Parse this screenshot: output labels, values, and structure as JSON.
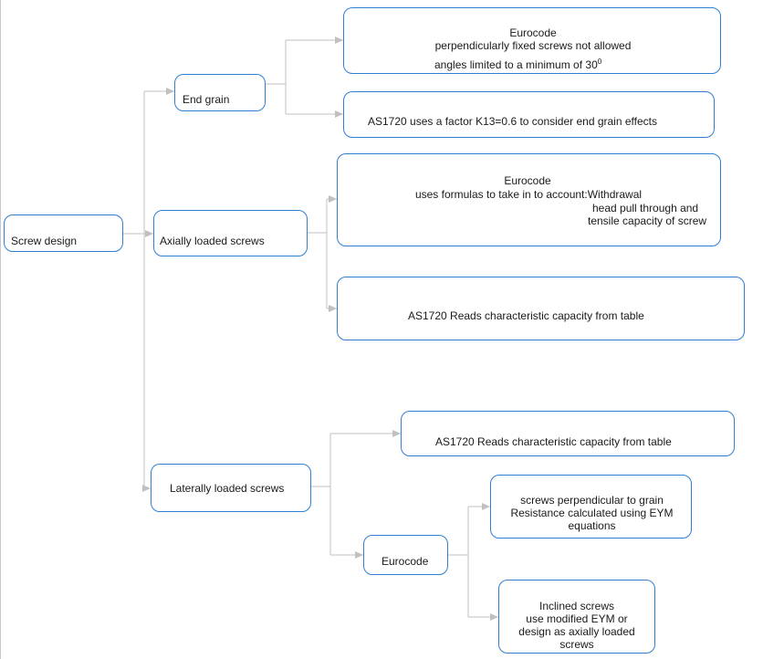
{
  "diagram": {
    "root": {
      "label": "Screw design"
    },
    "end_grain": {
      "label": "End grain",
      "eurocode": {
        "title": "Eurocode",
        "line1": "perpendicularly fixed screws not allowed",
        "line2": "angles limited to a minimum of 30",
        "line2_sup": "0"
      },
      "as1720": {
        "text": "AS1720 uses a factor K13=0.6 to consider end grain effects"
      }
    },
    "axially": {
      "label": "Axially loaded screws",
      "eurocode": {
        "title": "Eurocode",
        "line1": "uses formulas to take in to account:Withdrawal",
        "line2": "head pull through and",
        "line3": "tensile capacity of screw"
      },
      "as1720": {
        "text": "AS1720 Reads characteristic capacity from table"
      }
    },
    "laterally": {
      "label": "Laterally loaded screws",
      "as1720": {
        "text": "AS1720 Reads characteristic capacity from table"
      },
      "eurocode": {
        "label": "Eurocode",
        "perpendicular": {
          "line1": "screws perpendicular to grain",
          "line2": "Resistance calculated using EYM",
          "line3": "equations"
        },
        "inclined": {
          "line1": "Inclined screws",
          "line2": "use modified EYM or",
          "line3": "design as axially loaded",
          "line4": "screws"
        }
      }
    }
  },
  "colors": {
    "node_border": "#2f7fd3",
    "connector": "#c0c0c0"
  }
}
